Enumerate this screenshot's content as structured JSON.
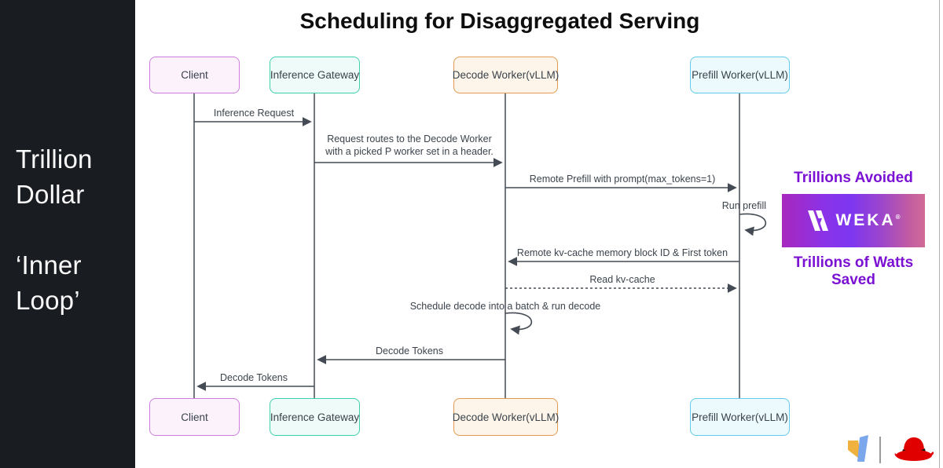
{
  "sidebar": {
    "line1": "Trillion",
    "line2": "Dollar",
    "line3": "‘Inner",
    "line4": "Loop’"
  },
  "diagram": {
    "title": "Scheduling for Disaggregated Serving",
    "participants": [
      {
        "id": "client",
        "label": "Client"
      },
      {
        "id": "inference-gateway",
        "label": "Inference Gateway"
      },
      {
        "id": "decode-worker",
        "label": "Decode Worker(vLLM)"
      },
      {
        "id": "prefill-worker",
        "label": "Prefill Worker(vLLM)"
      }
    ],
    "messages": [
      {
        "from": "Client",
        "to": "Inference Gateway",
        "style": "solid",
        "text": "Inference Request"
      },
      {
        "from": "Inference Gateway",
        "to": "Decode Worker(vLLM)",
        "style": "solid",
        "line1": "Request routes to the Decode Worker",
        "line2": "with a picked P worker set in a header."
      },
      {
        "from": "Decode Worker(vLLM)",
        "to": "Prefill Worker(vLLM)",
        "style": "solid",
        "text": "Remote Prefill with prompt(max_tokens=1)"
      },
      {
        "from": "Prefill Worker(vLLM)",
        "to": "Prefill Worker(vLLM)",
        "style": "self-loop",
        "text": "Run prefill"
      },
      {
        "from": "Prefill Worker(vLLM)",
        "to": "Decode Worker(vLLM)",
        "style": "solid",
        "text": "Remote kv-cache memory block ID & First token"
      },
      {
        "from": "Decode Worker(vLLM)",
        "to": "Prefill Worker(vLLM)",
        "style": "dotted",
        "text": "Read kv-cache"
      },
      {
        "from": "Decode Worker(vLLM)",
        "to": "Decode Worker(vLLM)",
        "style": "self-loop",
        "text": "Schedule decode into a batch & run decode"
      },
      {
        "from": "Decode Worker(vLLM)",
        "to": "Inference Gateway",
        "style": "solid",
        "text": "Decode Tokens"
      },
      {
        "from": "Inference Gateway",
        "to": "Client",
        "style": "solid",
        "text": "Decode Tokens"
      }
    ]
  },
  "right_panel": {
    "headline": "Trillions Avoided",
    "weka_wordmark": "WEKA",
    "weka_reg": "®",
    "caption_line1": "Trillions of Watts",
    "caption_line2": "Saved"
  },
  "icons": {
    "weka_mark": "double-slash-weka-mark",
    "vllm_logo": "vllm-v-mark",
    "red_hat_logo": "red-fedora-hat"
  },
  "colors": {
    "sidebar_bg": "#191c21",
    "purple_text": "#7b11d3",
    "client_border": "#cd7edc",
    "gateway_border": "#3ecfae",
    "decode_border": "#e29a50",
    "prefill_border": "#62cbe9",
    "line_color": "#454b54",
    "weka_gradient_left": "#a827bd",
    "weka_gradient_mid": "#7d36f0",
    "weka_gradient_right": "#d06b96"
  }
}
